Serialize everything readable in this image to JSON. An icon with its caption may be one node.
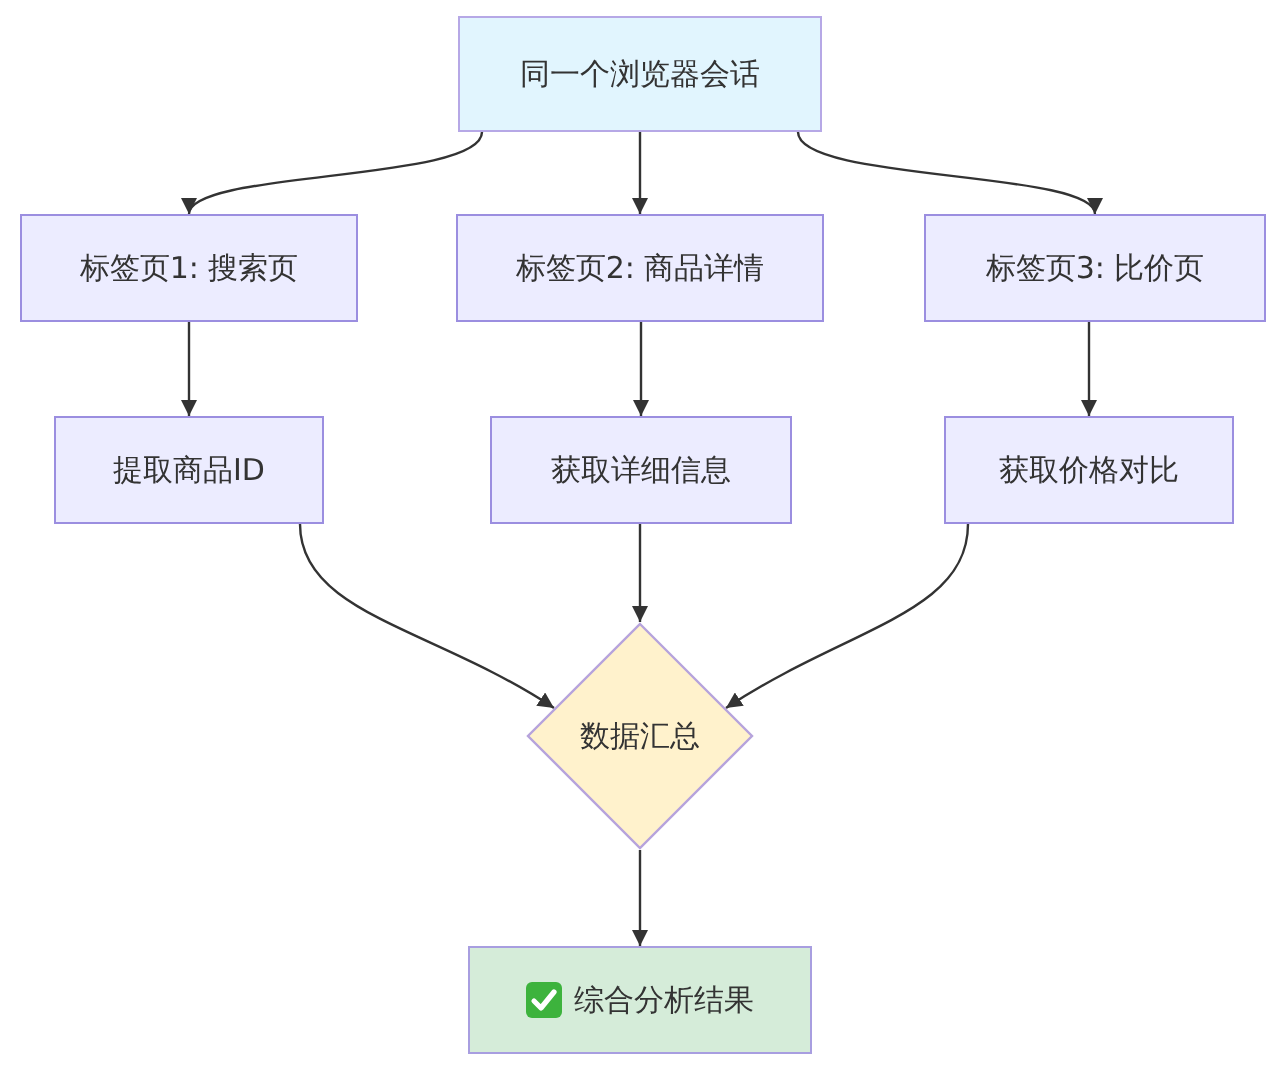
{
  "diagram": {
    "nodes": [
      {
        "text": [
          "同一个浏览器会话"
        ]
      },
      {
        "text": [
          "标签页1: 搜索页"
        ]
      },
      {
        "text": [
          "标签页2: 商品详情"
        ]
      },
      {
        "text": [
          "标签页3: 比价页"
        ]
      },
      {
        "text": [
          "提取商品ID"
        ]
      },
      {
        "text": [
          "获取详细信息"
        ]
      },
      {
        "text": [
          "获取价格对比"
        ]
      },
      {
        "text": [
          "数据汇总"
        ]
      },
      {
        "text": [
          "综合分析结果"
        ]
      }
    ],
    "edges": [
      {
        "from": 0,
        "to": 1,
        "arrow": "to"
      },
      {
        "from": 0,
        "to": 2,
        "arrow": "to"
      },
      {
        "from": 0,
        "to": 3,
        "arrow": "to"
      },
      {
        "from": 1,
        "to": 4,
        "arrow": "to"
      },
      {
        "from": 2,
        "to": 5,
        "arrow": "to"
      },
      {
        "from": 3,
        "to": 6,
        "arrow": "to"
      },
      {
        "from": 4,
        "to": 7,
        "arrow": "to"
      },
      {
        "from": 5,
        "to": 7,
        "arrow": "to"
      },
      {
        "from": 6,
        "to": 7,
        "arrow": "to"
      },
      {
        "from": 7,
        "to": 8,
        "arrow": "to"
      }
    ]
  }
}
